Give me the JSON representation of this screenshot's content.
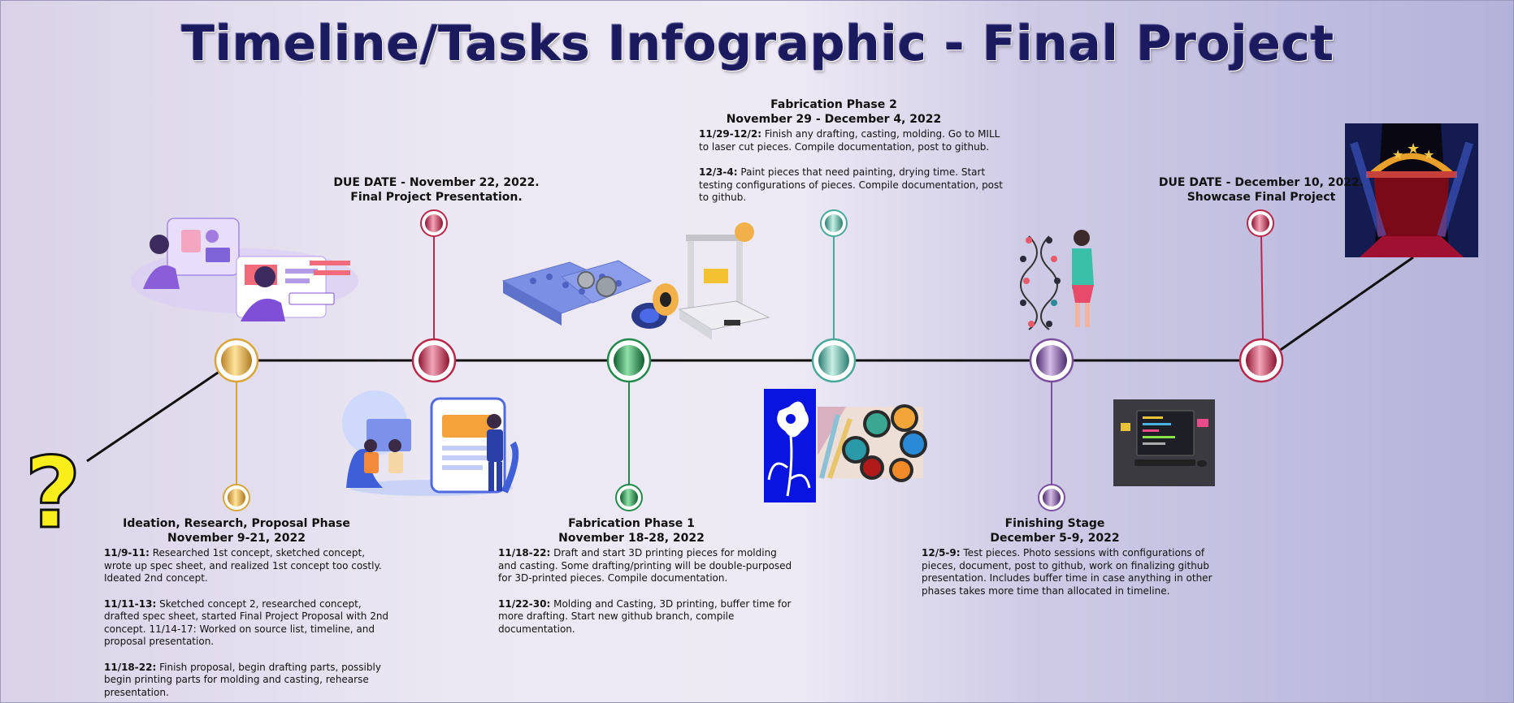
{
  "title": "Timeline/Tasks Infographic - Final Project",
  "colors": {
    "gold": "#d9a53a",
    "crimson": "#b8284a",
    "green": "#1f8a4a",
    "teal": "#47a999",
    "purple": "#7a4f9e",
    "title": "#1c1a5e"
  },
  "milestones": [
    {
      "label": "DUE DATE - November 22, 2022.\nFinal Project Presentation."
    },
    {
      "label": "DUE DATE - December 10, 2022.\nShowcase Final Project"
    }
  ],
  "phases": {
    "ideation": {
      "title": "Ideation, Research, Proposal Phase",
      "dates": "November 9-21, 2022",
      "entries": [
        {
          "range": "11/9-11:",
          "text": "Researched 1st concept, sketched concept, wrote up spec sheet, and realized 1st concept too costly. Ideated 2nd concept."
        },
        {
          "range": "11/11-13:",
          "text": "Sketched concept 2, researched concept, drafted spec sheet, started Final Project Proposal with 2nd concept. 11/14-17: Worked on source list, timeline, and proposal presentation."
        },
        {
          "range": "11/18-22:",
          "text": "Finish proposal, begin drafting parts, possibly begin printing parts for molding and casting, rehearse presentation."
        }
      ]
    },
    "fab1": {
      "title": "Fabrication Phase 1",
      "dates": "November 18-28, 2022",
      "entries": [
        {
          "range": "11/18-22:",
          "text": "Draft and start 3D printing pieces for molding and casting. Some drafting/printing will be double-purposed for 3D-printed pieces. Compile documentation."
        },
        {
          "range": "11/22-30:",
          "text": "Molding and Casting, 3D printing, buffer time for more drafting. Start new github branch, compile documentation."
        }
      ]
    },
    "fab2": {
      "title": "Fabrication Phase 2",
      "dates": "November 29 - December 4, 2022",
      "entries": [
        {
          "range": "11/29-12/2:",
          "text": "Finish any drafting, casting, molding. Go to MILL to laser cut pieces. Compile documentation, post to github."
        },
        {
          "range": "12/3-4:",
          "text": "Paint pieces that need painting, drying time. Start testing configurations of pieces. Compile documentation, post to github."
        }
      ]
    },
    "finishing": {
      "title": "Finishing Stage",
      "dates": "December 5-9, 2022",
      "entries": [
        {
          "range": "12/5-9:",
          "text": "Test pieces. Photo sessions with configurations of pieces, document, post to github, work on finalizing github presentation. Includes buffer time in case anything in other phases takes more time than allocated in timeline."
        }
      ]
    }
  },
  "icons": {
    "start": "question-mark-icon",
    "brainstorm": "brainstorm-illustration",
    "presentation": "presentation-illustration",
    "printing": "3d-printer-illustration",
    "painting": "flower-and-paint-illustration",
    "research": "dna-scientist-illustration",
    "computer": "computer-workstation-illustration",
    "showcase": "showcase-stage-illustration"
  }
}
